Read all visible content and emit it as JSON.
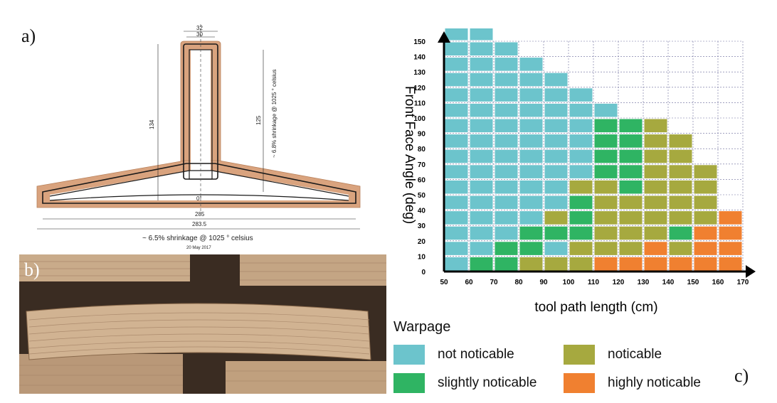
{
  "panels": {
    "a": "a)",
    "b": "b)",
    "c": "c)"
  },
  "diagram": {
    "top_outer": "32",
    "top_inner": "30",
    "left_height": "134",
    "right_height": "125",
    "vertical_shrinkage": "~ 6.8% shrinkage @ 1025 ° celsius",
    "center_angle": "0°",
    "width_inner": "285",
    "width_outer": "283.5",
    "horizontal_shrinkage": "~ 6.5% shrinkage @ 1025 ° celsius",
    "date": "20 May 2017"
  },
  "colors": {
    "not_noticable": "#6cc4cc",
    "slightly_noticable": "#2fb463",
    "noticable": "#a6a93f",
    "highly_noticable": "#f08030",
    "clay": "#d9a37e"
  },
  "chart_data": {
    "type": "heatmap",
    "xlabel": "tool path length (cm)",
    "ylabel": "Front Face Angle (deg)",
    "x_ticks": [
      50,
      60,
      70,
      80,
      90,
      100,
      110,
      120,
      130,
      140,
      150,
      160,
      170
    ],
    "y_ticks": [
      0,
      10,
      20,
      30,
      40,
      50,
      60,
      70,
      80,
      90,
      100,
      110,
      120,
      130,
      140,
      150
    ],
    "xlim": [
      50,
      170
    ],
    "ylim": [
      0,
      150
    ],
    "grid": true,
    "legend": {
      "title": "Warpage",
      "placement": "bottom",
      "entries": [
        {
          "key": "not_noticable",
          "label": "not noticable"
        },
        {
          "key": "slightly_noticable",
          "label": "slightly noticable"
        },
        {
          "key": "noticable",
          "label": "noticable"
        },
        {
          "key": "highly_noticable",
          "label": "highly noticable"
        }
      ]
    },
    "cell_x_start": 50,
    "cell_x_step": 10,
    "cell_y_start": 0,
    "cell_y_step": 10,
    "category_codes": {
      "N": "not_noticable",
      "S": "slightly_noticable",
      "O": "noticable",
      "H": "highly_noticable"
    },
    "rows": [
      [
        "N",
        "S",
        "S",
        "O",
        "O",
        "O",
        "H",
        "H",
        "H",
        "H",
        "H",
        "H"
      ],
      [
        "N",
        "N",
        "S",
        "S",
        "N",
        "O",
        "O",
        "O",
        "H",
        "O",
        "H",
        "H"
      ],
      [
        "N",
        "N",
        "N",
        "S",
        "S",
        "S",
        "O",
        "O",
        "O",
        "S",
        "H",
        "H"
      ],
      [
        "N",
        "N",
        "N",
        "N",
        "O",
        "S",
        "O",
        "O",
        "O",
        "O",
        "O",
        "H"
      ],
      [
        "N",
        "N",
        "N",
        "N",
        "N",
        "S",
        "O",
        "O",
        "O",
        "O",
        "O"
      ],
      [
        "N",
        "N",
        "N",
        "N",
        "N",
        "O",
        "O",
        "S",
        "O",
        "O",
        "O"
      ],
      [
        "N",
        "N",
        "N",
        "N",
        "N",
        "N",
        "S",
        "S",
        "O",
        "O",
        "O"
      ],
      [
        "N",
        "N",
        "N",
        "N",
        "N",
        "N",
        "S",
        "S",
        "O",
        "O"
      ],
      [
        "N",
        "N",
        "N",
        "N",
        "N",
        "N",
        "S",
        "S",
        "O",
        "O"
      ],
      [
        "N",
        "N",
        "N",
        "N",
        "N",
        "N",
        "S",
        "S",
        "O"
      ],
      [
        "N",
        "N",
        "N",
        "N",
        "N",
        "N",
        "N"
      ],
      [
        "N",
        "N",
        "N",
        "N",
        "N",
        "N"
      ],
      [
        "N",
        "N",
        "N",
        "N",
        "N"
      ],
      [
        "N",
        "N",
        "N",
        "N"
      ],
      [
        "N",
        "N",
        "N"
      ],
      [
        "N",
        "N"
      ]
    ]
  }
}
